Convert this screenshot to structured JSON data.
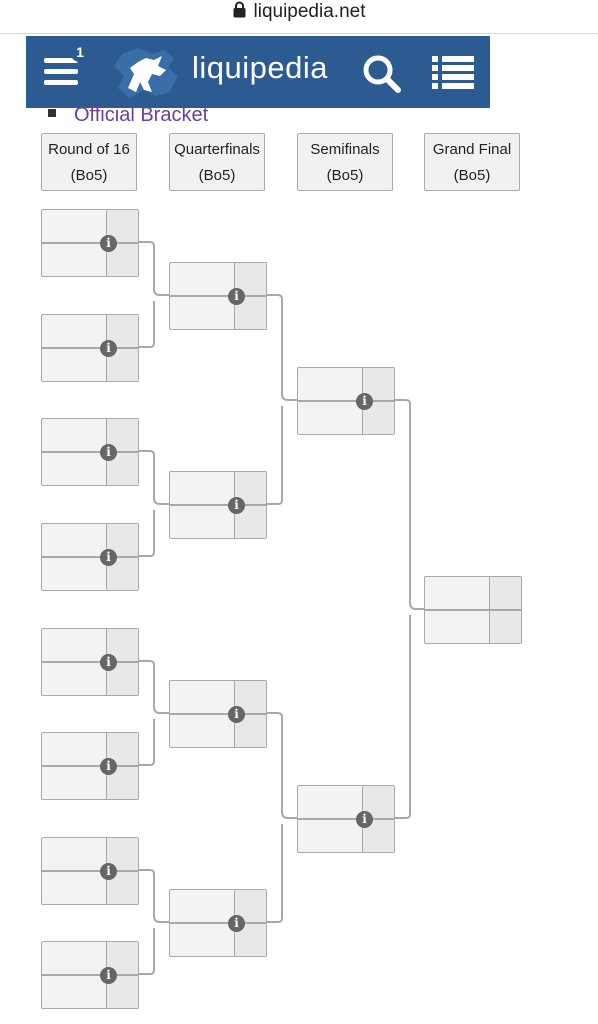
{
  "browser": {
    "url": "liquipedia.net",
    "lock_icon": "lock-icon"
  },
  "header": {
    "logo_text": "liquipedia",
    "menu_badge": "1",
    "bg_color": "#2b5b91"
  },
  "section": {
    "link_text": "Official Bracket",
    "link_color": "#6b3fa0"
  },
  "rounds": [
    {
      "name": "Round of 16",
      "format": "(Bo5)"
    },
    {
      "name": "Quarterfinals",
      "format": "(Bo5)"
    },
    {
      "name": "Semifinals",
      "format": "(Bo5)"
    },
    {
      "name": "Grand Final",
      "format": "(Bo5)"
    }
  ],
  "match_info_icon": "i"
}
